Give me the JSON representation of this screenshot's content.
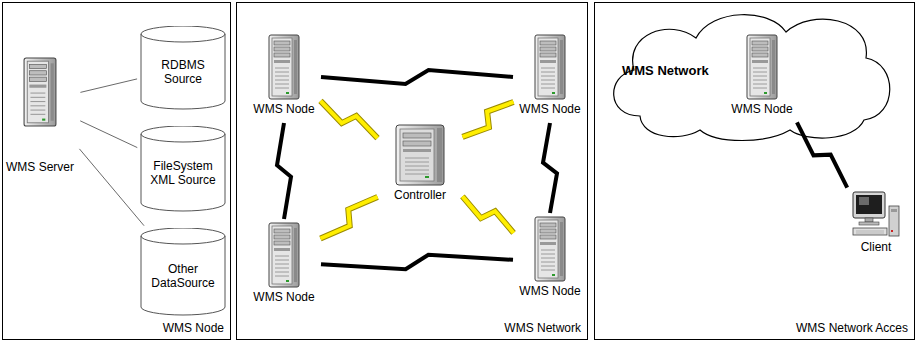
{
  "diagram": {
    "nodes": [
      {
        "text": [
          "WMS Node"
        ]
      },
      {
        "text": [
          "WMS Server"
        ],
        "in": 0
      },
      {
        "text": [
          "RDBMS Source"
        ],
        "in": 0
      },
      {
        "text": [
          "FileSystem XML Source"
        ],
        "in": 0
      },
      {
        "text": [
          "Other DataSource"
        ],
        "in": 0
      },
      {
        "text": [
          "WMS Network"
        ]
      },
      {
        "text": [
          "WMS Node"
        ],
        "in": 5
      },
      {
        "text": [
          "WMS Node"
        ],
        "in": 5
      },
      {
        "text": [
          "Controller"
        ],
        "in": 5
      },
      {
        "text": [
          "WMS Node"
        ],
        "in": 5
      },
      {
        "text": [
          "WMS Node"
        ],
        "in": 5
      },
      {
        "text": [
          "WMS Network Acces"
        ]
      },
      {
        "text": [
          "WMS Network"
        ],
        "in": 11
      },
      {
        "text": [
          "WMS Node"
        ],
        "in": 12
      },
      {
        "text": [
          "Client"
        ],
        "in": 11
      }
    ],
    "edges": [
      {
        "from": 1,
        "to": 2,
        "arrow": "none"
      },
      {
        "from": 1,
        "to": 3,
        "arrow": "none"
      },
      {
        "from": 1,
        "to": 4,
        "arrow": "none"
      },
      {
        "from": 8,
        "to": 6,
        "arrow": "none"
      },
      {
        "from": 8,
        "to": 7,
        "arrow": "none"
      },
      {
        "from": 8,
        "to": 9,
        "arrow": "none"
      },
      {
        "from": 8,
        "to": 10,
        "arrow": "none"
      },
      {
        "from": 6,
        "to": 7,
        "arrow": "none"
      },
      {
        "from": 6,
        "to": 9,
        "arrow": "none"
      },
      {
        "from": 7,
        "to": 10,
        "arrow": "none"
      },
      {
        "from": 9,
        "to": 10,
        "arrow": "none"
      },
      {
        "from": 13,
        "to": 14,
        "arrow": "none"
      }
    ]
  }
}
